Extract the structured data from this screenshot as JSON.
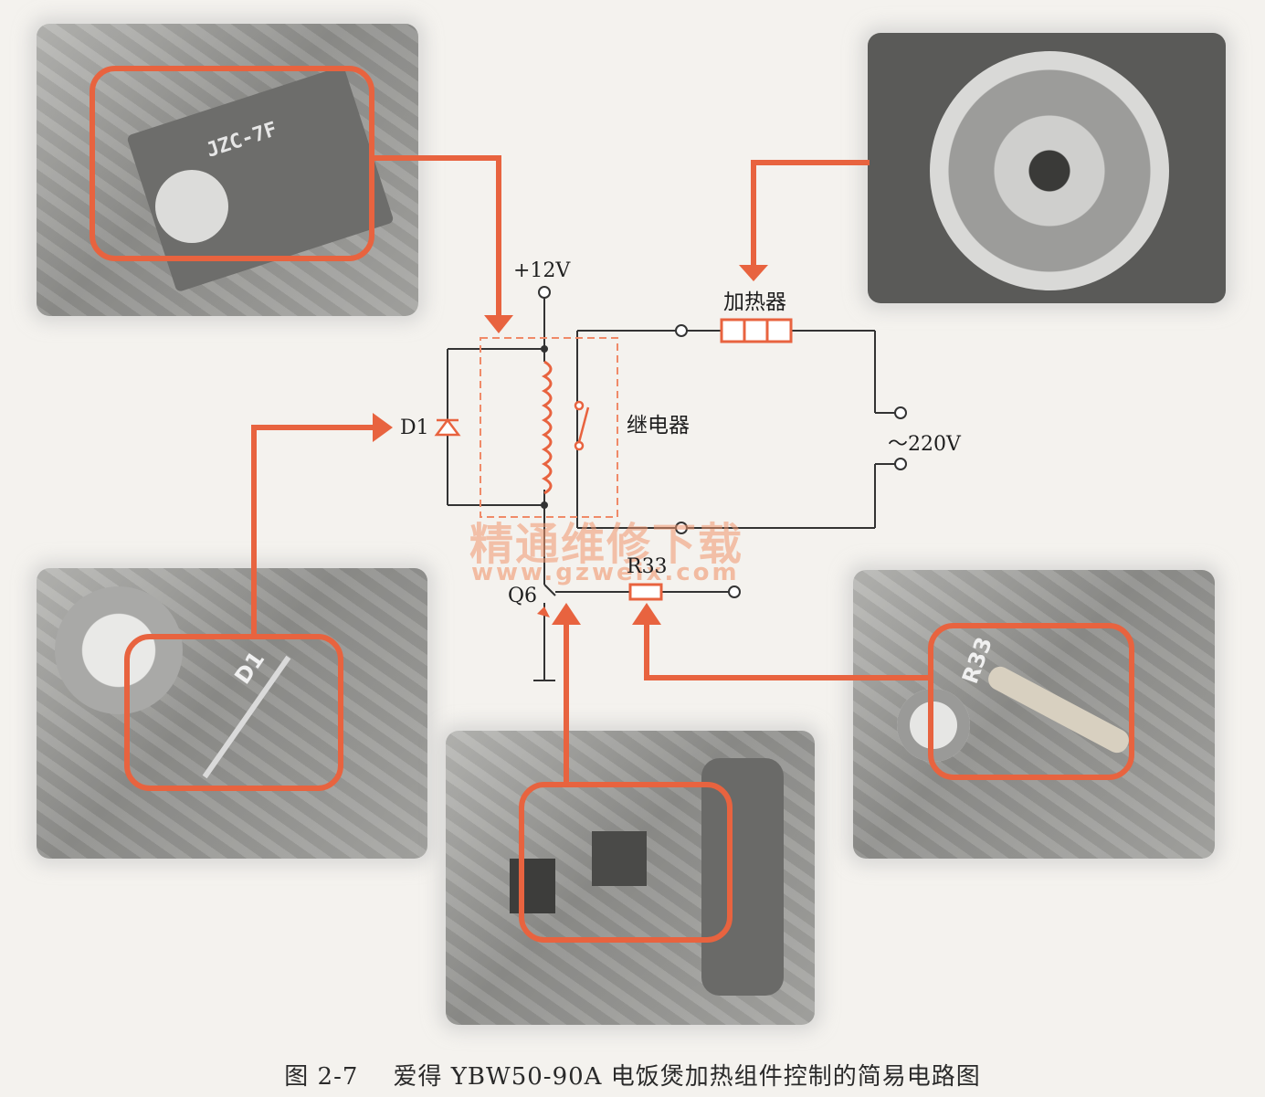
{
  "labels": {
    "vcc": "+12V",
    "heater": "加热器",
    "relay": "继电器",
    "diode": "D1",
    "ac": "～220V",
    "resistor": "R33",
    "transistor": "Q6"
  },
  "watermark": {
    "text": "精通维修下载",
    "url": "www.gzweix.com"
  },
  "caption": {
    "number": "图 2-7",
    "title": "爱得 YBW50-90A 电饭煲加热组件控制的简易电路图"
  },
  "photos": {
    "relay_marking": "JZC-7F",
    "resistor_marking": "R33",
    "diode_marking": "D1"
  },
  "colors": {
    "accent": "#e8633f",
    "wire": "#333333",
    "background": "#f4f2ee"
  }
}
